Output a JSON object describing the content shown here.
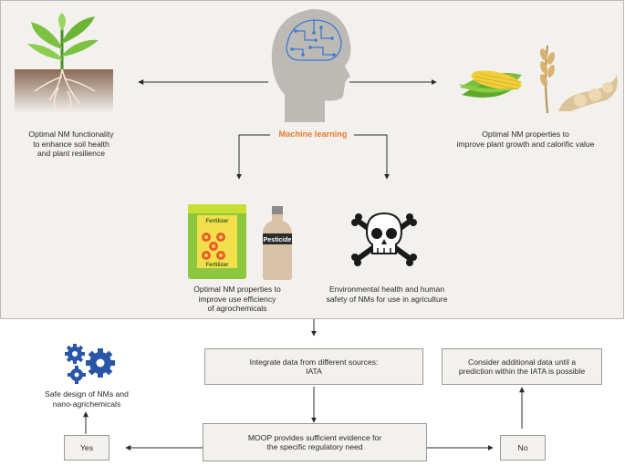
{
  "top_panel": {
    "machine_learning": "Machine learning",
    "soil_label": [
      "Optimal NM functionality",
      "to enhance soil health",
      "and plant resilience"
    ],
    "growth_label": [
      "Optimal NM properties to",
      "improve plant growth and calorific value"
    ],
    "agrochem_label": [
      "Optimal NM properties to",
      "improve use efficiency",
      "of agrochemicals"
    ],
    "safety_label": [
      "Environmental health and human",
      "safety of NMs for use in agriculture"
    ],
    "fertilizer_text": "Fertilizer",
    "pesticide_text": "Pesticide"
  },
  "flow": {
    "integrate": [
      "Integrate data from different sources:",
      "IATA"
    ],
    "moop": [
      "MOOP provides sufficient evidence for",
      "the specific regulatory need"
    ],
    "yes": "Yes",
    "no": "No",
    "consider": [
      "Consider additional data until a",
      "prediction within the IATA is possible"
    ],
    "safe_design": [
      "Safe design of NMs and",
      "nano-agrichemicals"
    ]
  },
  "colors": {
    "panel_bg": "#f3f1ee",
    "accent_orange": "#ea7a2b",
    "brain_blue": "#3a7bd5",
    "gear_blue": "#2a56a8"
  }
}
